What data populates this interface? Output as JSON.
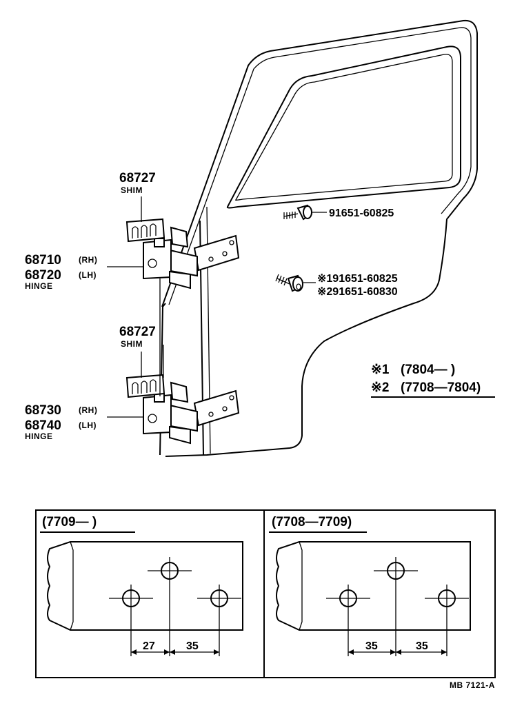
{
  "callouts": {
    "shim_upper": {
      "number": "68727",
      "name": "SHIM"
    },
    "shim_lower": {
      "number": "68727",
      "name": "SHIM"
    },
    "hinge_upper": {
      "rh_number": "68710",
      "rh_tag": "(RH)",
      "lh_number": "68720",
      "lh_tag": "(LH)",
      "name": "HINGE"
    },
    "hinge_lower": {
      "rh_number": "68730",
      "rh_tag": "(RH)",
      "lh_number": "68740",
      "lh_tag": "(LH)",
      "name": "HINGE"
    },
    "bolt_upper": "91651-60825",
    "bolt_lower_1": "※191651-60825",
    "bolt_lower_2": "※291651-60830"
  },
  "notes": {
    "note_1": {
      "mark": "※1",
      "range": "(7804—      )"
    },
    "note_2": {
      "mark": "※2",
      "range": "(7708—7804)"
    }
  },
  "details": [
    {
      "label": "(7709—      )",
      "dim_left": "27",
      "dim_right": "35"
    },
    {
      "label": "(7708—7709)",
      "dim_left": "35",
      "dim_right": "35"
    }
  ],
  "diagram_code": "MB 7121-A"
}
